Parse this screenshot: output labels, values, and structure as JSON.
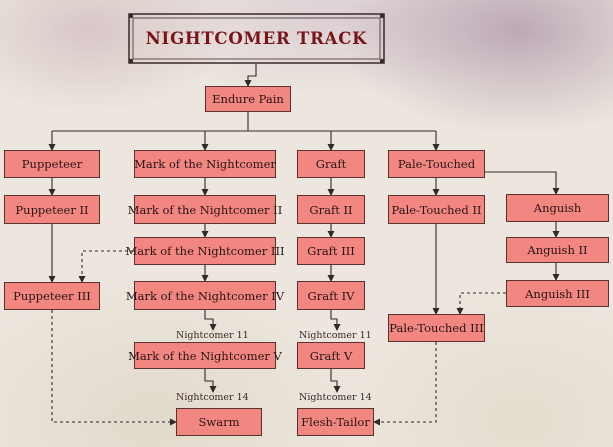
{
  "title": "NIGHTCOMER TRACK",
  "colors": {
    "node_fill": "#f28680",
    "node_border": "#5a3331",
    "title_color": "#7a1418",
    "line": "#2e2a2a"
  },
  "nodes": {
    "endure_pain": "Endure Pain",
    "puppeteer": "Puppeteer",
    "puppeteer_2": "Puppeteer II",
    "puppeteer_3": "Puppeteer III",
    "mark_1": "Mark of the Nightcomer",
    "mark_2": "Mark of the Nightcomer II",
    "mark_3": "Mark of the Nightcomer III",
    "mark_4": "Mark of the Nightcomer IV",
    "mark_5": "Mark of the Nightcomer V",
    "graft_1": "Graft",
    "graft_2": "Graft II",
    "graft_3": "Graft III",
    "graft_4": "Graft IV",
    "graft_5": "Graft V",
    "pale_1": "Pale-Touched",
    "pale_2": "Pale-Touched II",
    "pale_3": "Pale-Touched III",
    "anguish_1": "Anguish",
    "anguish_2": "Anguish II",
    "anguish_3": "Anguish III",
    "swarm": "Swarm",
    "flesh_tailor": "Flesh-Tailor"
  },
  "requirements": {
    "mark_5": "Nightcomer 11",
    "graft_5": "Nightcomer 11",
    "swarm": "Nightcomer 14",
    "flesh_tailor": "Nightcomer 14"
  }
}
